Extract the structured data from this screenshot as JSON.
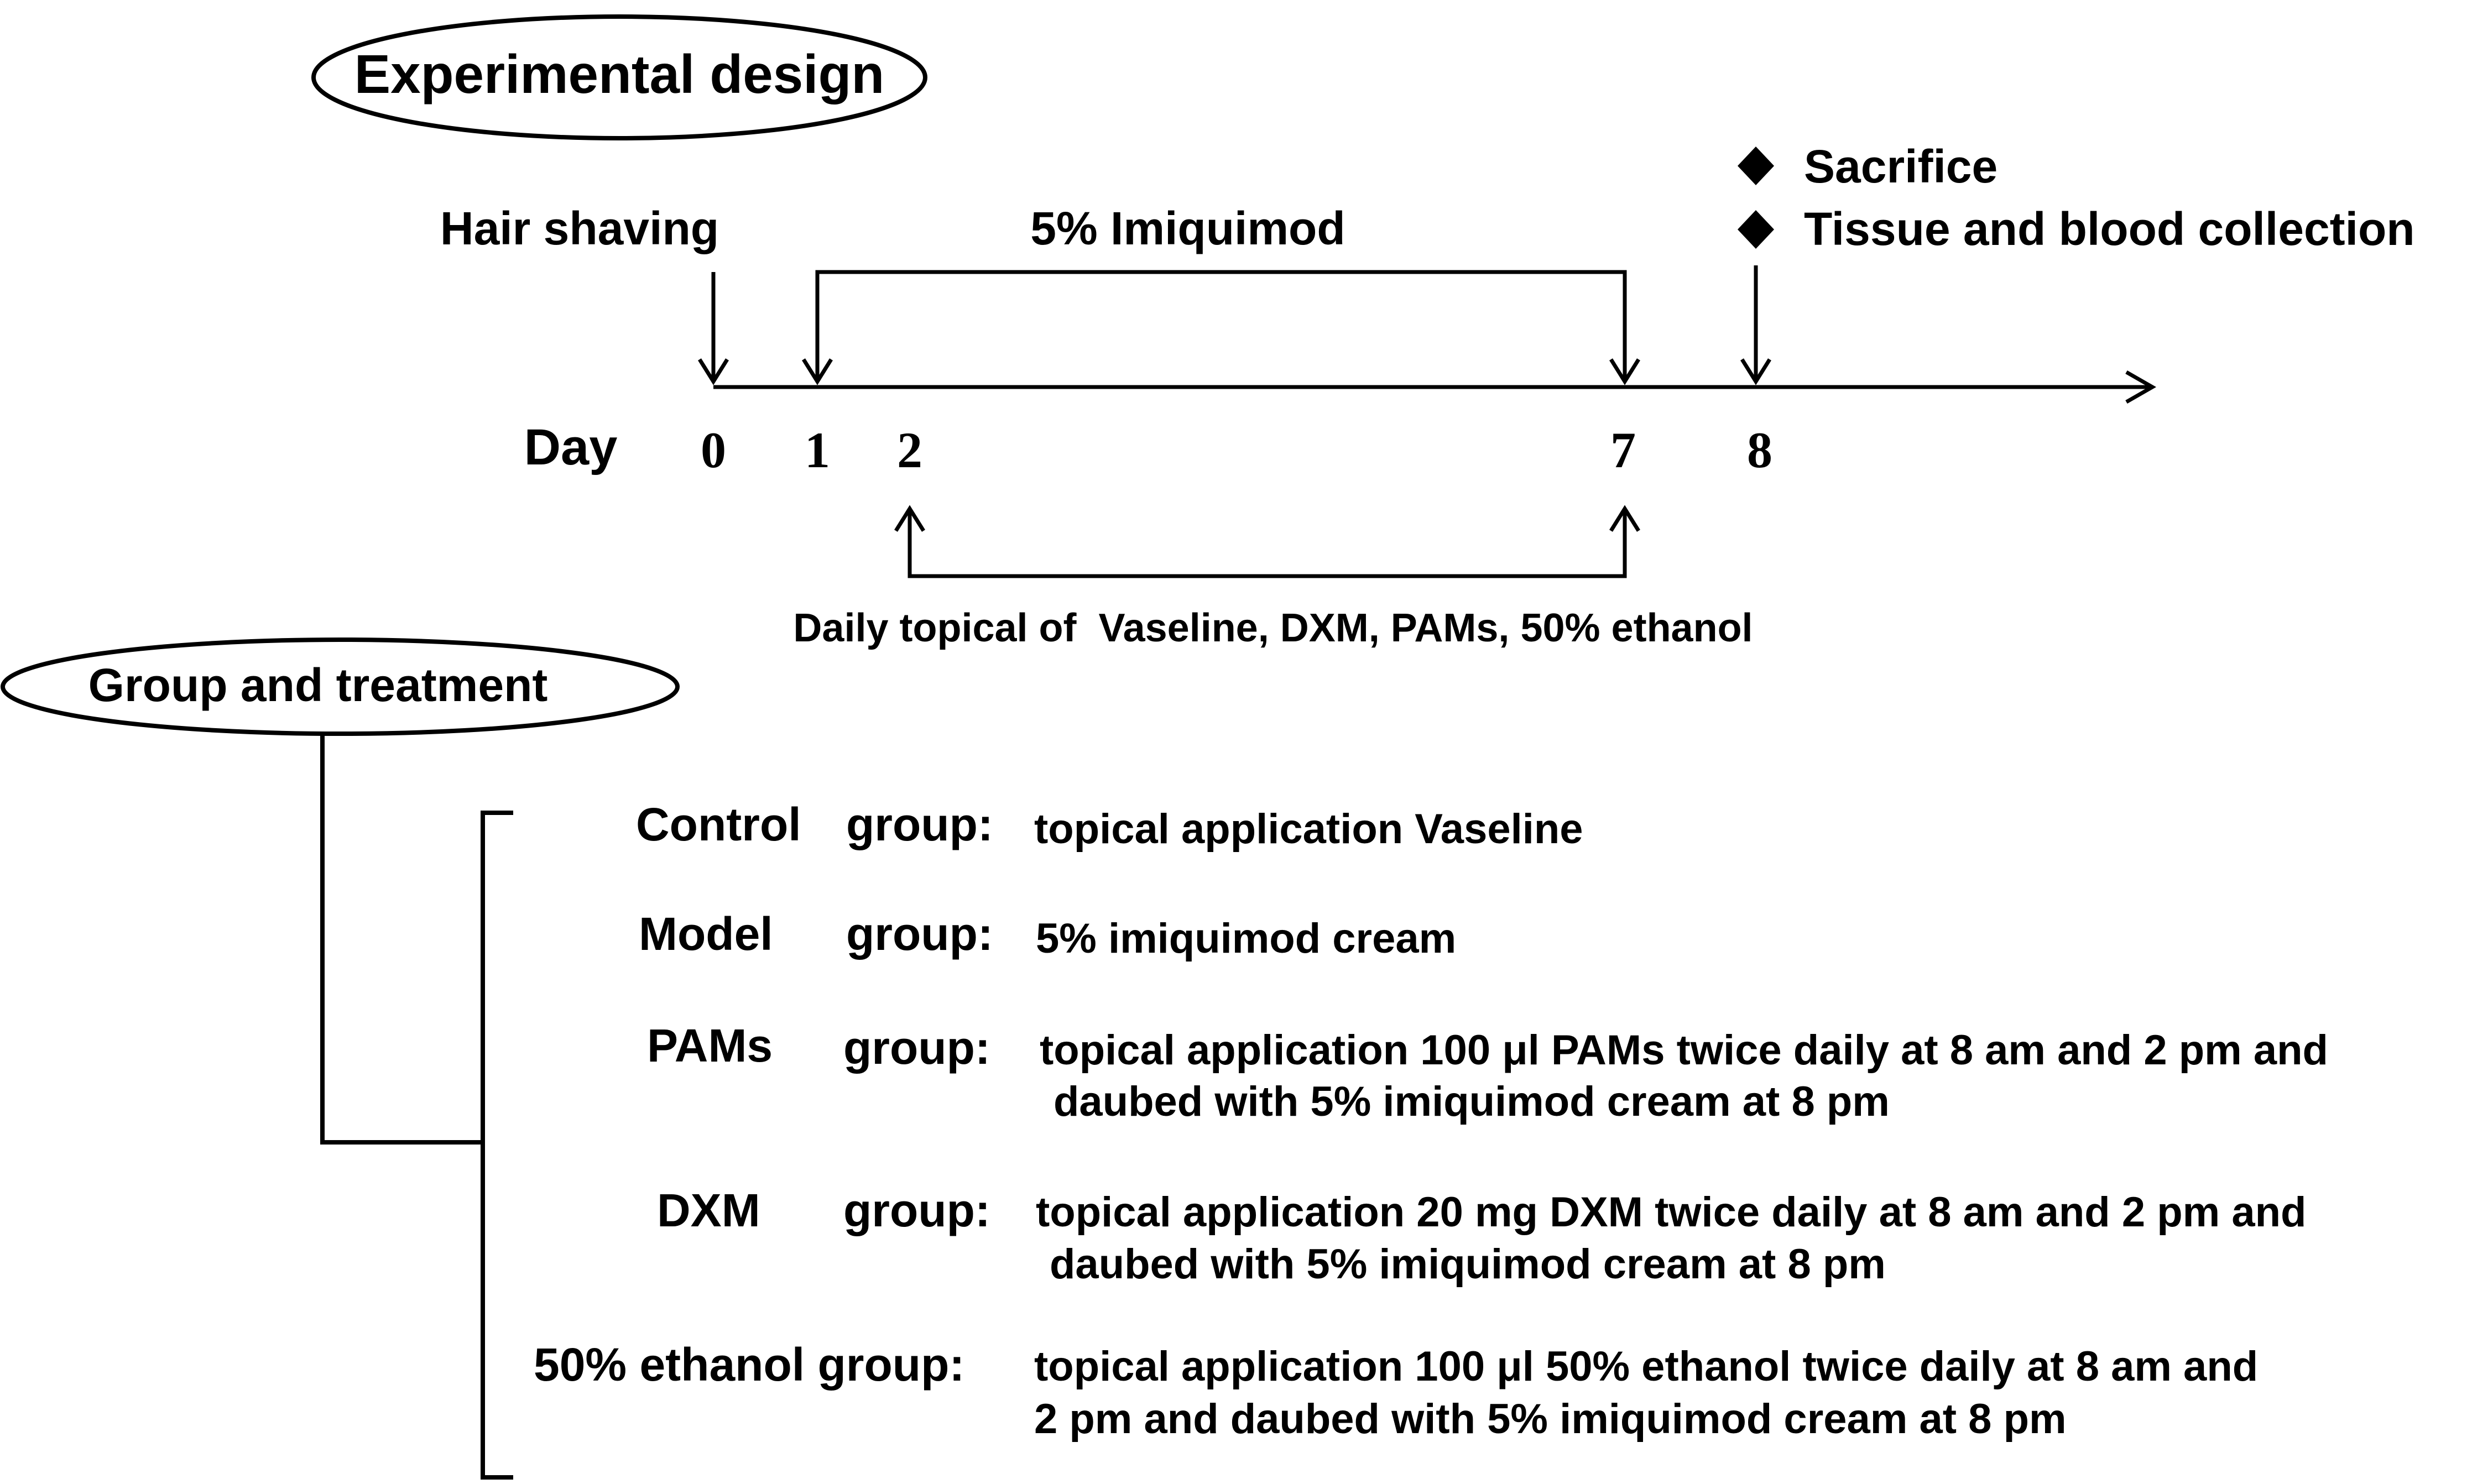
{
  "experimental_design": {
    "title": "Experimental design",
    "hair_shaving": "Hair shaving",
    "imiquimod": "5% Imiquimod",
    "end_events": [
      "Sacrifice",
      "Tissue and blood collection"
    ],
    "day_label": "Day",
    "days": [
      "0",
      "1",
      "2",
      "7",
      "8"
    ],
    "daily_topical": "Daily topical of  Vaseline, DXM, PAMs, 50% ethanol"
  },
  "group_treatment": {
    "title": "Group and treatment",
    "groups": [
      {
        "name": "Control",
        "suffix": "group:",
        "lines": [
          "topical application Vaseline"
        ]
      },
      {
        "name": "Model",
        "suffix": "group:",
        "lines": [
          "5% imiquimod cream"
        ]
      },
      {
        "name": "PAMs",
        "suffix": "group:",
        "lines": [
          "topical application 100 μl PAMs twice daily at 8 am and 2 pm and",
          "daubed with 5% imiquimod cream at 8 pm"
        ]
      },
      {
        "name": "DXM",
        "suffix": "group:",
        "lines": [
          "topical application 20 mg DXM twice daily at 8 am and 2 pm and",
          "daubed with 5% imiquimod cream at 8 pm"
        ]
      },
      {
        "name": "50% ethanol group:",
        "suffix": "",
        "lines": [
          "topical application 100 μl 50% ethanol twice daily at 8 am and",
          "2 pm and daubed with 5% imiquimod cream at 8 pm"
        ]
      }
    ]
  }
}
